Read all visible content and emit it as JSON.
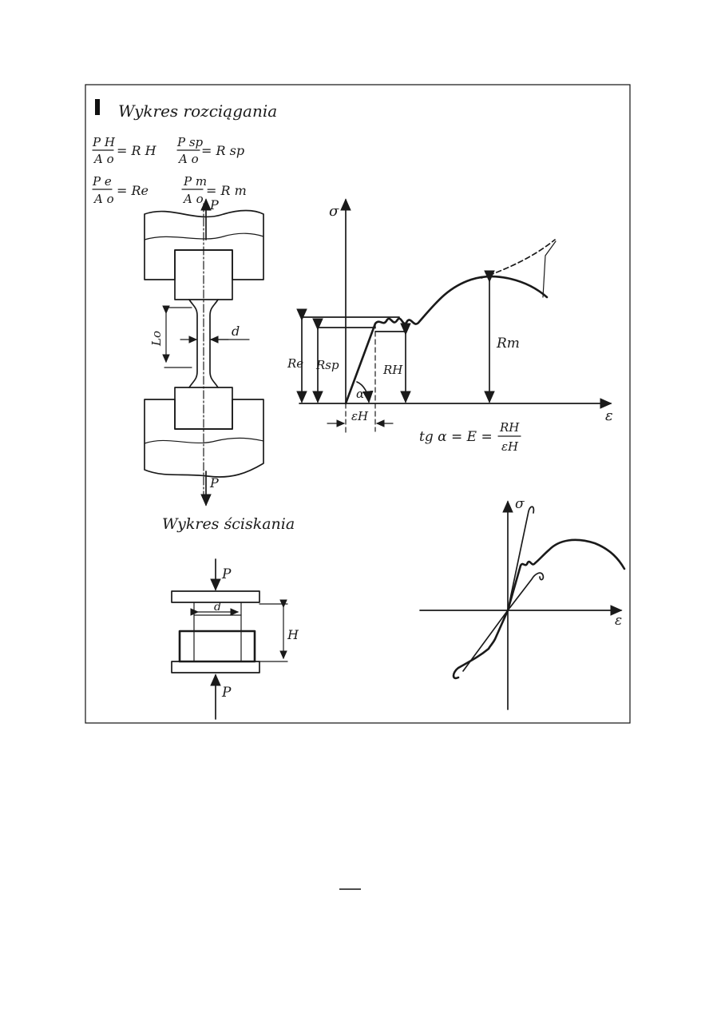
{
  "tension_section": {
    "title": "Wykres rozciągania",
    "formula_1": {
      "num": "P H",
      "den": "A o",
      "rhs": "= R H"
    },
    "formula_2": {
      "num": "P sp",
      "den": "A o",
      "rhs": "= R sp"
    },
    "formula_3": {
      "num": "P e",
      "den": "A o",
      "rhs": "= Re"
    },
    "formula_4": {
      "num": "P m",
      "den": "A o",
      "rhs": "= R m"
    }
  },
  "tension_specimen": {
    "force_top": "P",
    "force_bottom": "P",
    "gauge_length": "Lo",
    "diameter": "d"
  },
  "tension_chart": {
    "y_axis": "σ",
    "x_axis": "ε",
    "label_re": "Re",
    "label_rsp": "Rsp",
    "label_rh": "RH",
    "label_rm": "Rm",
    "label_alpha": "α",
    "label_eps_h": "εH",
    "hooke_formula_lhs": "tg α = E =",
    "hooke_formula_num": "RH",
    "hooke_formula_den": "εH"
  },
  "compression_section": {
    "title": "Wykres ściskania",
    "force_top": "P",
    "force_bottom": "P",
    "diameter": "d",
    "height": "H"
  },
  "compression_chart": {
    "y_axis": "σ",
    "x_axis": "ε"
  },
  "page_mark": "—"
}
